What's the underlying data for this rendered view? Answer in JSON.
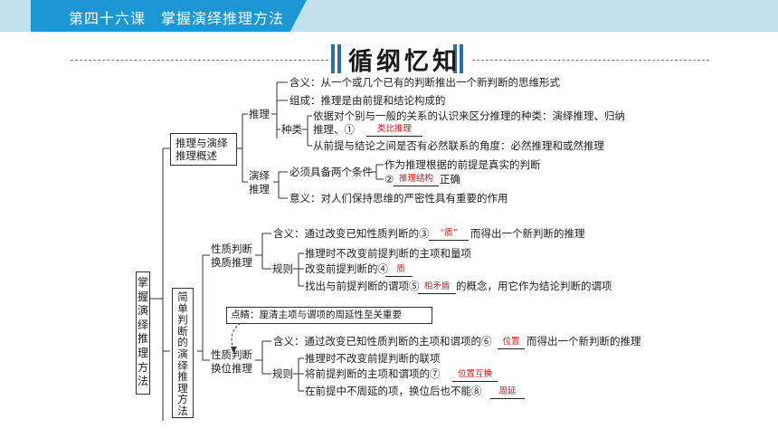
{
  "header": {
    "course_title": "第四十六课　掌握演绎推理方法"
  },
  "banner": {
    "title": "循纲忆知"
  },
  "root": {
    "label_chars": [
      "掌",
      "握",
      "演",
      "绎",
      "推",
      "理",
      "方",
      "法"
    ]
  },
  "section1": {
    "label_line1": "推理与演绎",
    "label_line2": "推理概述",
    "inference": {
      "label": "推理",
      "meaning": "含义：从一个或几个已有的判断推出一个新判断的思维形式",
      "composition": "组成：推理是由前提和结论构成的",
      "types_label": "种类",
      "types_line1": "依据对个别与一般的关系的认识来区分推理的种类：演绎推理、归纳",
      "types_line2_prefix": "推理、①",
      "types_answer1": "类比推理",
      "types_line3": "从前提与结论之间是否有必然联系的角度：必然推理和或然推理"
    },
    "deductive": {
      "label_line1": "演绎",
      "label_line2": "推理",
      "conditions_label": "必须具备两个条件",
      "condition1": "作为推理根据的前提是真实的判断",
      "condition2_prefix": "②",
      "condition2_answer": "推理结构",
      "condition2_suffix": "正确",
      "significance": "意义：对人们保持思维的严密性具有重要的作用"
    }
  },
  "section2": {
    "label_chars": [
      "简",
      "单",
      "判",
      "断",
      "的",
      "演",
      "绎",
      "推",
      "理",
      "方",
      "法"
    ],
    "qualitative": {
      "label_line1": "性质判断",
      "label_line2": "换质推理",
      "meaning_prefix": "含义：通过改变已知性质判断的③",
      "meaning_answer": "“质”",
      "meaning_suffix": "而得出一个新判断的推理",
      "rules_label": "规则",
      "rule1": "推理时不改变前提判断的主项和量项",
      "rule2_prefix": "改变前提判断的④",
      "rule2_answer": "质",
      "rule3_prefix": "找出与前提判断的谓项⑤",
      "rule3_answer": "相矛盾",
      "rule3_suffix": "的概念，用它作为结论判断的谓项"
    },
    "note": "点睛：厘清主项与谓项的周延性至关重要",
    "conversion": {
      "label_line1": "性质判断",
      "label_line2": "换位推理",
      "meaning_prefix": "含义：通过改变已知性质判断的主项和谓项的⑥",
      "meaning_answer": "位置",
      "meaning_suffix": "而得出一个新判断的推理",
      "rules_label": "规则",
      "rule1": "推理时不改变前提判断的联项",
      "rule2_prefix": "将前提判断的主项和谓项的⑦",
      "rule2_answer": "位置互换",
      "rule3_prefix": "在前提中不周延的项，换位后也不能⑧",
      "rule3_answer": "周延"
    }
  }
}
